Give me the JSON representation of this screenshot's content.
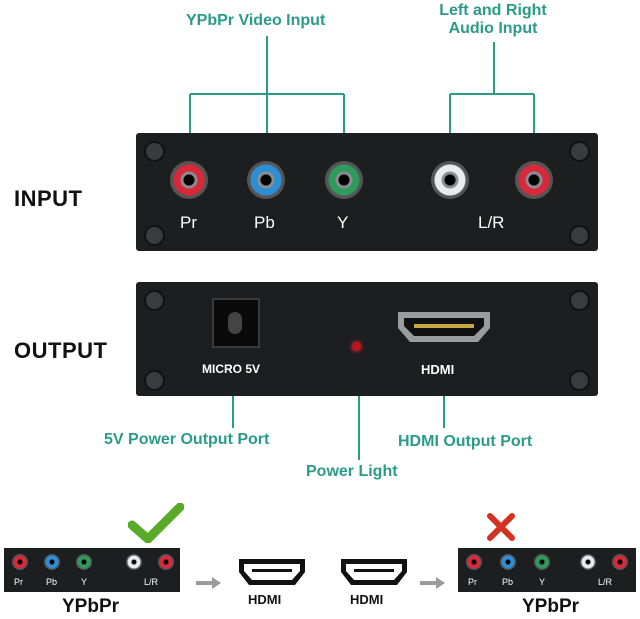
{
  "callouts": {
    "video_input": "YPbPr Video Input",
    "audio_input_line1": "Left and Right",
    "audio_input_line2": "Audio Input",
    "power_port": "5V Power Output Port",
    "power_light": "Power Light",
    "hdmi_port": "HDMI Output Port"
  },
  "sides": {
    "input": "INPUT",
    "output": "OUTPUT"
  },
  "input_panel": {
    "jacks": [
      {
        "label": "Pr",
        "color": "#d8283a"
      },
      {
        "label": "Pb",
        "color": "#2c8fd6"
      },
      {
        "label": "Y",
        "color": "#2e9b5a"
      },
      {
        "label": "L/R",
        "color": "#e8ecef"
      },
      {
        "label": "",
        "color": "#d8283a"
      }
    ]
  },
  "output_panel": {
    "micro_label": "MICRO 5V",
    "hdmi_label": "HDMI",
    "led_color": "#c0141c"
  },
  "compat": {
    "left_jacks": [
      "Pr",
      "Pb",
      "Y",
      "L/R"
    ],
    "left_caption": "YPbPr",
    "hdmi_left": "HDMI",
    "hdmi_right": "HDMI",
    "right_jacks": [
      "Pr",
      "Pb",
      "Y",
      "L/R"
    ],
    "right_caption": "YPbPr",
    "check_color": "#5aaa2a",
    "cross_color": "#d4321e"
  },
  "colors": {
    "teal": "#2a9b88",
    "panel": "#1d1e20"
  }
}
